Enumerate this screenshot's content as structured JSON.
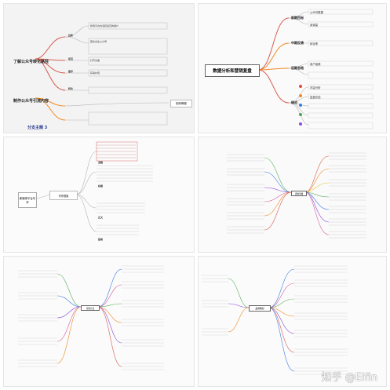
{
  "watermark": "知乎 @Elfin",
  "panels": [
    {
      "title": "了解公众号转化路径",
      "subtitle": "制作公众号引流内容",
      "footer": "分支主题 3",
      "rightbox": "制作教程",
      "labels": [
        "拉新",
        "促活",
        "留存",
        "转化"
      ],
      "leaves": [
        "找到平台内活跃最高的用户",
        "首次关注公众号",
        "打开文章",
        "获得价值"
      ]
    },
    {
      "title": "数据分析和营销复盘",
      "branches": [
        "前期目标",
        "中期反馈",
        "后期总结",
        "结论"
      ],
      "leaves": [
        "公众号数据",
        "阅读量",
        "转化率",
        "用户画像",
        "内容分析",
        "复盘总结"
      ]
    },
    {
      "title": "新媒体平台写作",
      "center": "写作框架",
      "labels": [
        "选题",
        "标题",
        "正文",
        "结尾"
      ]
    },
    {
      "title": "",
      "center": "思维导图"
    },
    {
      "title": "",
      "center": "营销方法"
    },
    {
      "title": "",
      "center": "品牌策划"
    }
  ]
}
